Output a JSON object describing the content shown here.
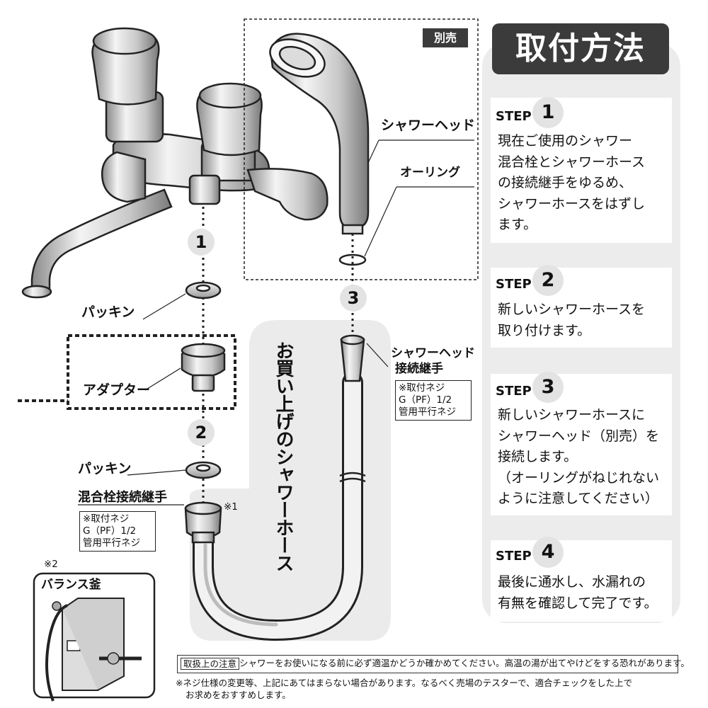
{
  "title": "取付方法",
  "sold_separately": "別売",
  "labels": {
    "shower_head": "シャワーヘッド",
    "o_ring": "オーリング",
    "packing_1": "パッキン",
    "adapter": "アダプター",
    "packing_2": "パッキン",
    "faucet_joint": "混合栓接続継手",
    "faucet_joint_mark": "※1",
    "head_joint_line1": "シャワーヘッド",
    "head_joint_line2": "接続継手",
    "balance_mark": "※2",
    "balance": "バランス釜",
    "purchased_hose": "お買い上げのシャワーホース"
  },
  "thread_note_faucet": [
    "※取付ネジ",
    "G（PF）1/2",
    "管用平行ネジ"
  ],
  "thread_note_head": [
    "※取付ネジ",
    "G（PF）1/2",
    "管用平行ネジ"
  ],
  "numbers": [
    "1",
    "2",
    "3"
  ],
  "steps": [
    {
      "word": "STEP",
      "num": "1",
      "text": "現在ご使用のシャワー\n混合栓とシャワーホース\nの接続継手をゆるめ、\nシャワーホースをはずし\nます。"
    },
    {
      "word": "STEP",
      "num": "2",
      "text": "新しいシャワーホースを\n取り付けます。"
    },
    {
      "word": "STEP",
      "num": "3",
      "text": "新しいシャワーホースに\nシャワーヘッド（別売）を\n接続します。\n（オーリングがねじれない\nように注意してください）"
    },
    {
      "word": "STEP",
      "num": "4",
      "text": "最後に通水し、水漏れの\n有無を確認して完了です。"
    }
  ],
  "caution": {
    "tag": "取扱上の注意",
    "text": "シャワーをお使いになる前に必ず適温かどうか確かめてください。高温の湯が出てやけどをする恐れがあります。"
  },
  "footnote": {
    "line1": "※ネジ仕様の変更等、上記にあてはまらない場合があります。なるべく売場のテスターで、適合チェックをした上で",
    "line2": "お求めをおすすめします。"
  }
}
